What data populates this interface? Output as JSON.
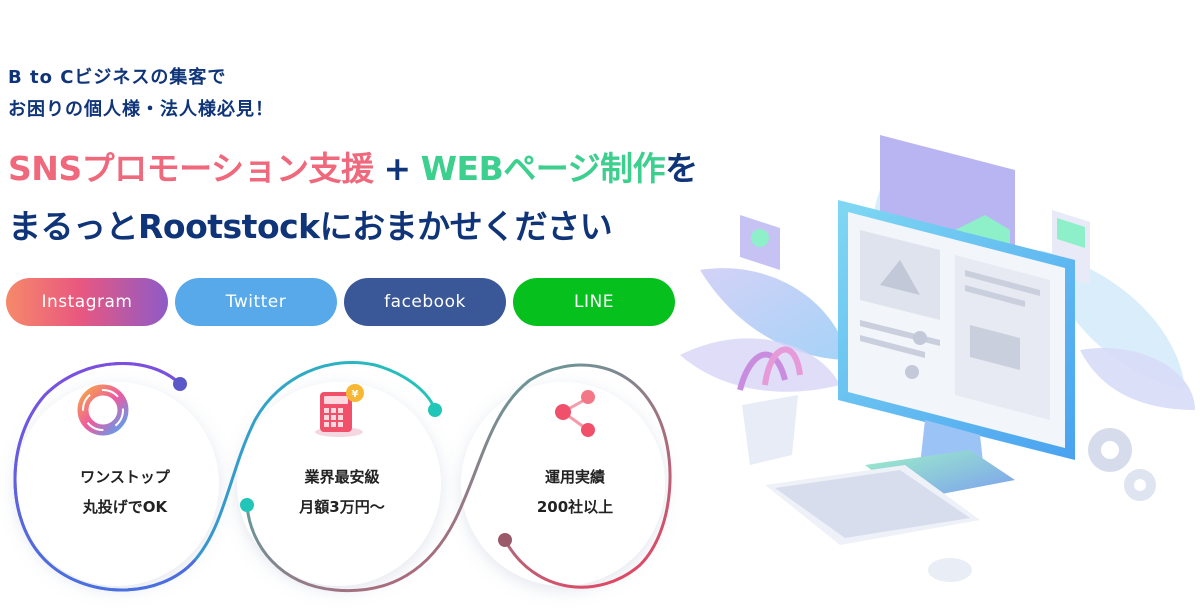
{
  "eyebrow": {
    "line1": "B to Cビジネスの集客で",
    "line2": "お困りの個人様・法人様必見！"
  },
  "headline": {
    "sns": "SNSプロモーション支援",
    "plus": "+",
    "web": "WEBページ制作",
    "wo": "を",
    "line2": "まるっとRootstockにおまかせください"
  },
  "sns_buttons": {
    "instagram": "Instagram",
    "twitter": "Twitter",
    "facebook": "facebook",
    "line": "LINE"
  },
  "features": [
    {
      "line1": "ワンストップ",
      "line2": "丸投げでOK",
      "icon": "ring-cycle-icon"
    },
    {
      "line1": "業界最安級",
      "line2": "月額3万円〜",
      "icon": "calculator-yen-icon"
    },
    {
      "line1": "運用実績",
      "line2": "200社以上",
      "icon": "share-nodes-icon"
    }
  ],
  "colors": {
    "navy": "#0f3478",
    "pink": "#f0687c",
    "green": "#3ccf8e",
    "instagram": "#e9587f",
    "twitter": "#58a9ea",
    "facebook": "#3a5798",
    "line": "#06c01e"
  },
  "illustration": {
    "icon": "isometric-monitor-illustration"
  }
}
